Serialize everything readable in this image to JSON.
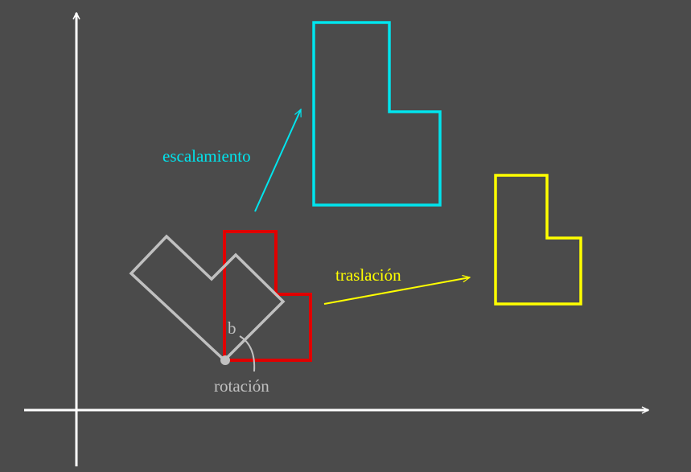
{
  "colors": {
    "background": "#4b4b4b",
    "axes": "#ffffff",
    "original_shape": "#e00000",
    "scaled_shape": "#00e5ee",
    "translated_shape": "#ffff00",
    "rotated_shape": "#c0c0c0"
  },
  "labels": {
    "scaling": "escalamiento",
    "translation": "traslación",
    "rotation": "rotación",
    "pivot": "b"
  }
}
